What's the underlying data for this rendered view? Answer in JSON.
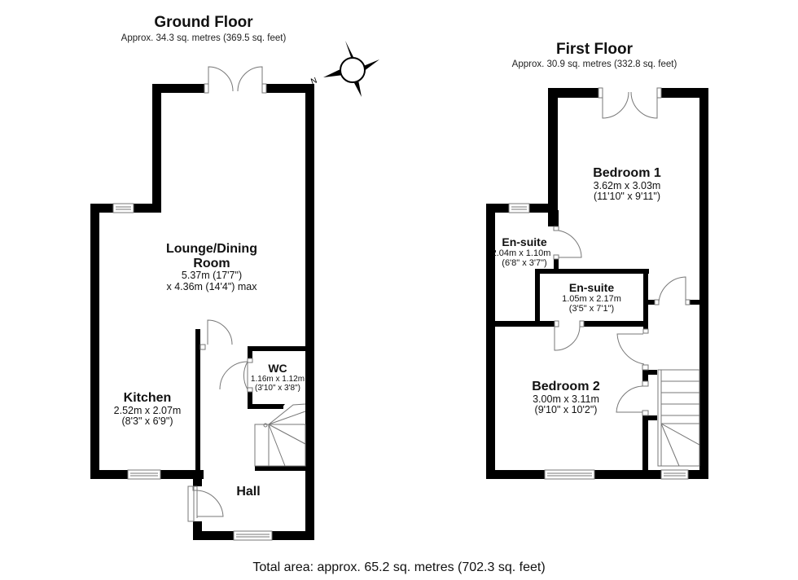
{
  "ground_floor": {
    "title": "Ground Floor",
    "area": "Approx. 34.3 sq. metres (369.5 sq. feet)",
    "rooms": [
      {
        "name": "Lounge/Dining",
        "name2": "Room",
        "dim1": "5.37m (17'7\")",
        "dim2": "x 4.36m (14'4\") max"
      },
      {
        "name": "Kitchen",
        "dim1": "2.52m x 2.07m",
        "dim2": "(8'3\" x 6'9\")"
      },
      {
        "name": "WC",
        "dim1": "1.16m x 1.12m",
        "dim2": "(3'10\" x 3'8\")"
      },
      {
        "name": "Hall"
      }
    ]
  },
  "first_floor": {
    "title": "First Floor",
    "area": "Approx. 30.9 sq. metres (332.8 sq. feet)",
    "rooms": [
      {
        "name": "Bedroom 1",
        "dim1": "3.62m x 3.03m",
        "dim2": "(11'10\" x 9'11\")"
      },
      {
        "name": "En-suite",
        "dim1": "2.04m x 1.10m",
        "dim2": "(6'8\" x 3'7\")"
      },
      {
        "name": "En-suite",
        "dim1": "1.05m x 2.17m",
        "dim2": "(3'5\" x 7'1\")"
      },
      {
        "name": "Bedroom 2",
        "dim1": "3.00m x 3.11m",
        "dim2": "(9'10\" x 10'2\")"
      }
    ]
  },
  "compass": {
    "label": "N",
    "icon": "compass-icon"
  },
  "total_area": "Total area: approx. 65.2 sq. metres (702.3 sq. feet)",
  "colors": {
    "wall": "#000000",
    "line": "#777777",
    "background": "#ffffff"
  }
}
